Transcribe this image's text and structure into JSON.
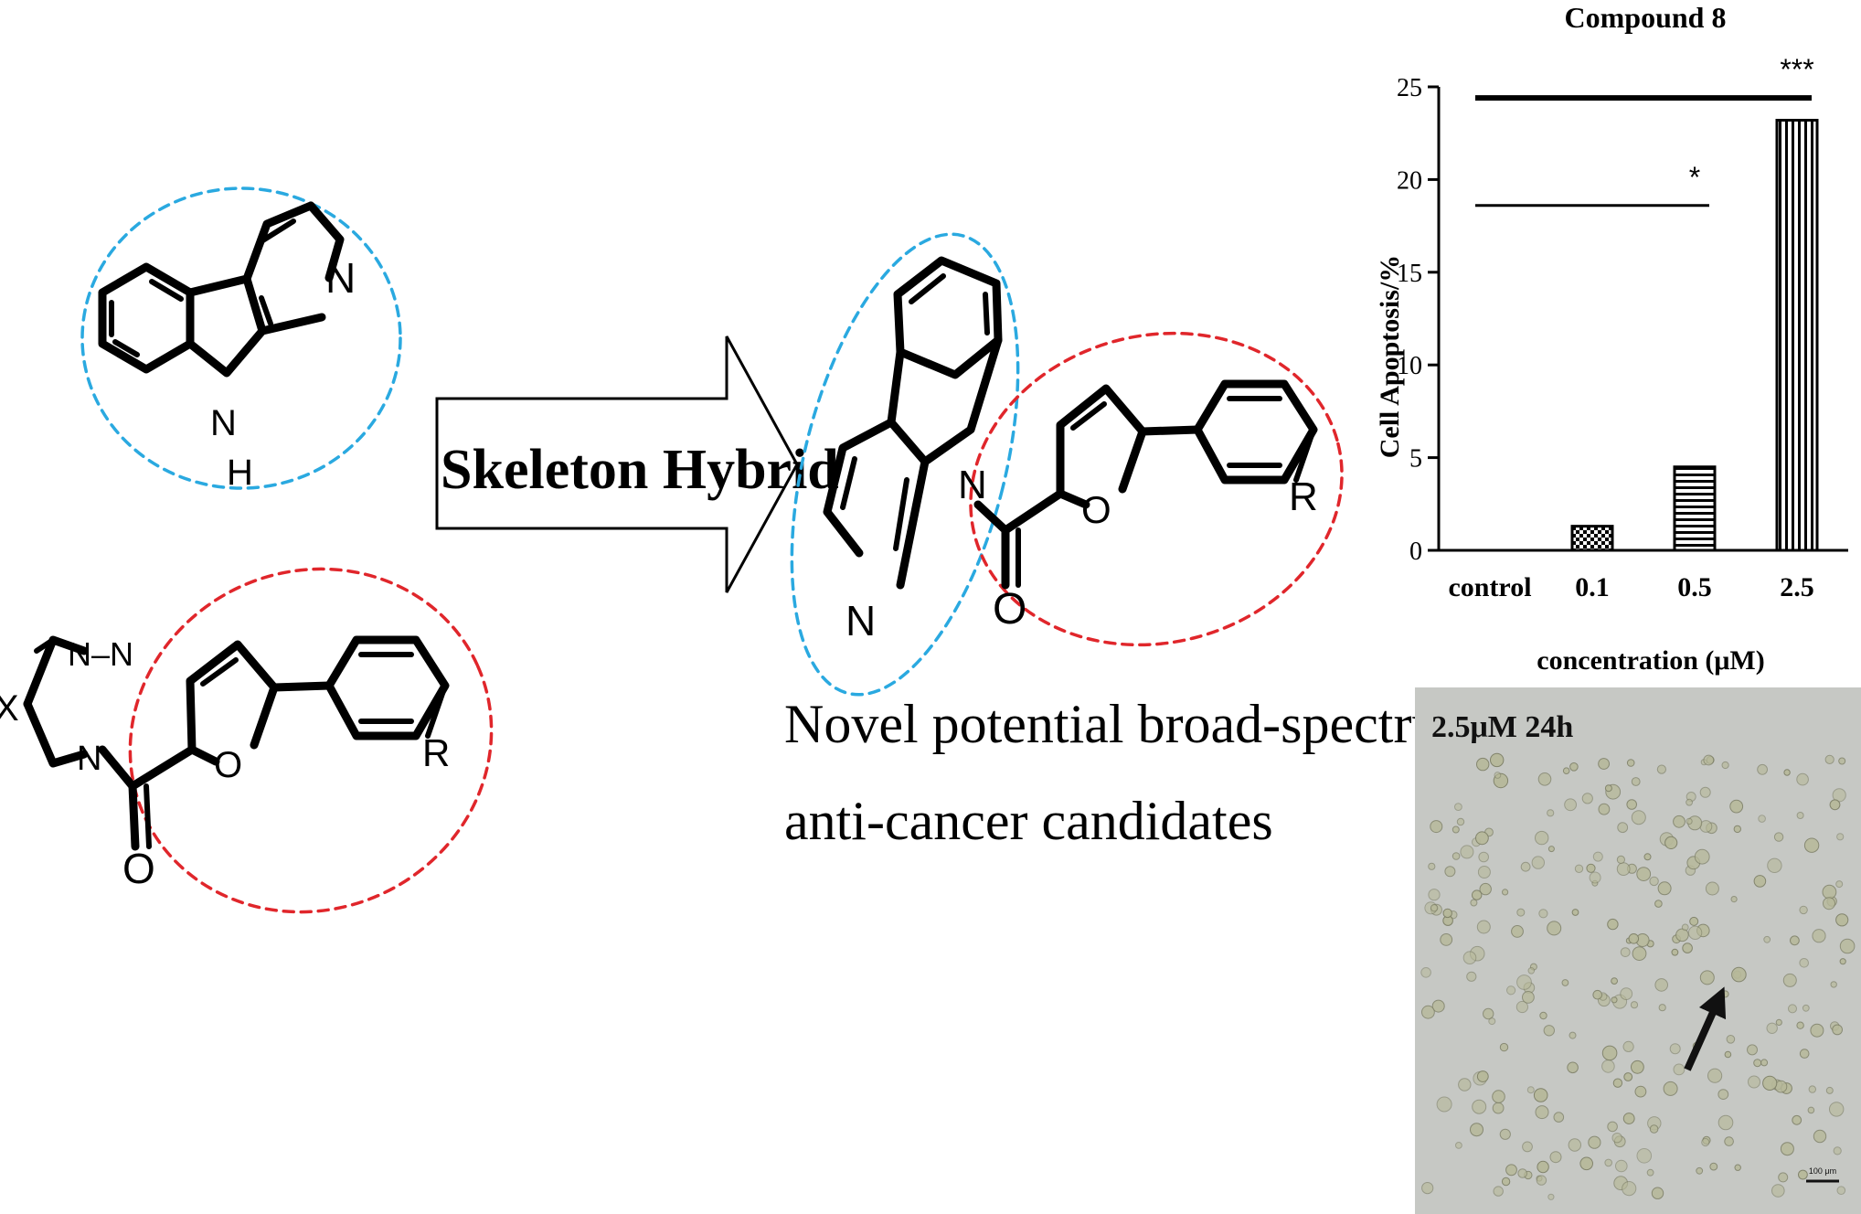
{
  "figure": {
    "arrow_label": "Skeleton Hybrid",
    "caption_line1": "Novel potential broad-spectrum",
    "caption_line2": "anti-cancer candidates",
    "colors": {
      "blue_ellipse": "#2aa9e0",
      "red_ellipse": "#e0262b",
      "ink": "#000000",
      "micro_bg": "#c6c8c4",
      "cell": "#b7b99a"
    },
    "atoms": {
      "nitrogen": "N",
      "nh_n": "N",
      "nh_h": "H",
      "oxygen": "O",
      "r_group": "R",
      "x": "X",
      "n_dash_n": "N–N"
    },
    "micrograph": {
      "label": "2.5μM 24h",
      "scale_bar": "100 μm",
      "marker": "arrow-marker"
    }
  },
  "chart_data": {
    "type": "bar",
    "title": "Compound 8",
    "xlabel": "concentration (μM)",
    "ylabel": "Cell Apoptosis/%",
    "categories": [
      "control",
      "0.1",
      "0.5",
      "2.5"
    ],
    "values": [
      0,
      1.3,
      4.5,
      23.2
    ],
    "ylim": [
      0,
      25
    ],
    "yticks": [
      "0",
      "5",
      "10",
      "15",
      "20",
      "25"
    ],
    "fill_patterns": [
      "none",
      "checker",
      "horizontal-stripes",
      "vertical-stripes"
    ],
    "significance": [
      {
        "label": "*",
        "from": "control",
        "to": "0.5"
      },
      {
        "label": "***",
        "from": "control",
        "to": "2.5"
      }
    ],
    "grid": false,
    "legend": "none"
  }
}
